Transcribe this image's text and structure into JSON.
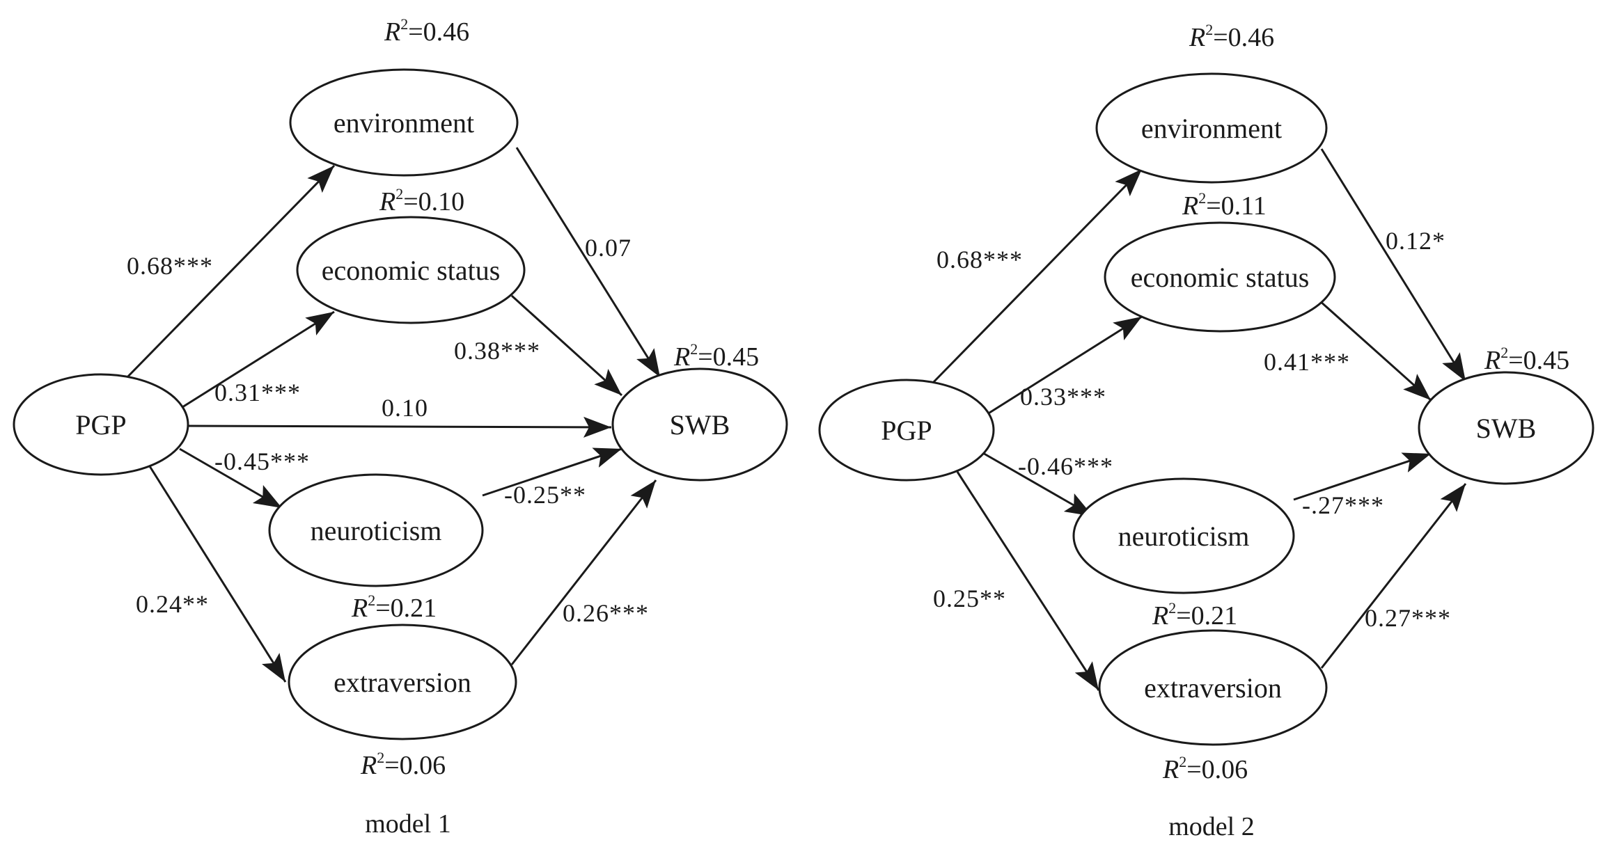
{
  "models": [
    {
      "caption": "model 1",
      "nodes": {
        "pgp": "PGP",
        "environment": "environment",
        "economic_status": "economic status",
        "neuroticism": "neuroticism",
        "extraversion": "extraversion",
        "swb": "SWB"
      },
      "r2": {
        "environment": "=0.46",
        "economic_status": "=0.10",
        "swb": "=0.45",
        "neuroticism": "=0.21",
        "extraversion": "=0.06"
      },
      "paths": {
        "pgp_environment": "0.68***",
        "pgp_economic_status": "0.31***",
        "pgp_swb": "0.10",
        "pgp_neuroticism": "-0.45***",
        "pgp_extraversion": "0.24**",
        "environment_swb": "0.07",
        "economic_status_swb": "0.38***",
        "neuroticism_swb": "-0.25**",
        "extraversion_swb": "0.26***"
      }
    },
    {
      "caption": "model 2",
      "nodes": {
        "pgp": "PGP",
        "environment": "environment",
        "economic_status": "economic status",
        "neuroticism": "neuroticism",
        "extraversion": "extraversion",
        "swb": "SWB"
      },
      "r2": {
        "environment": "=0.46",
        "economic_status": "=0.11",
        "swb": "=0.45",
        "neuroticism": "=0.21",
        "extraversion": "=0.06"
      },
      "paths": {
        "pgp_environment": "0.68***",
        "pgp_economic_status": "0.33***",
        "pgp_neuroticism": "-0.46***",
        "pgp_extraversion": "0.25**",
        "environment_swb": "0.12*",
        "economic_status_swb": "0.41***",
        "neuroticism_swb": "-.27***",
        "extraversion_swb": "0.27***"
      }
    }
  ],
  "r2_symbol": "R",
  "r2_superscript": "2"
}
